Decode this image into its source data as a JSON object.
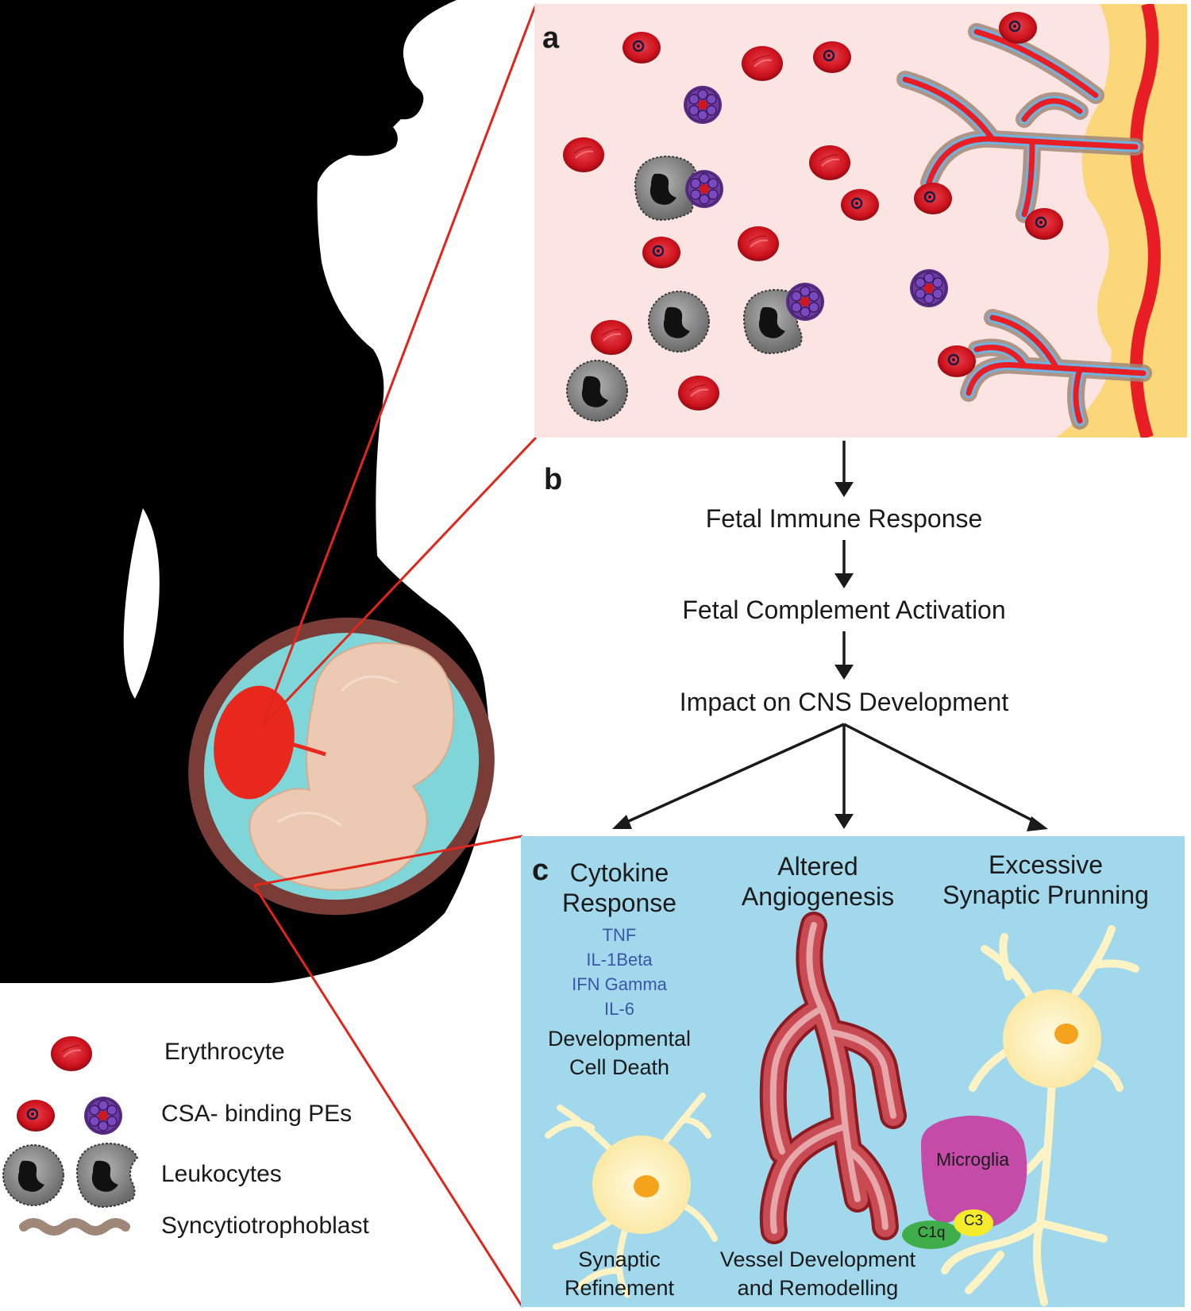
{
  "panels": {
    "a": "a",
    "b": "b",
    "c": "c"
  },
  "flow": [
    "Fetal Immune Response",
    "Fetal Complement Activation",
    "Impact on CNS Development"
  ],
  "outcomes": {
    "cytokine": {
      "title_line1": "Cytokine",
      "title_line2": "Response",
      "cytokines": [
        "TNF",
        "IL-1Beta",
        "IFN Gamma",
        "IL-6"
      ],
      "sub_line1": "Developmental",
      "sub_line2": "Cell Death",
      "bottom_line1": "Synaptic",
      "bottom_line2": "Refinement"
    },
    "angiogenesis": {
      "title_line1": "Altered",
      "title_line2": "Angiogenesis",
      "bottom_line1": "Vessel Development",
      "bottom_line2": "and Remodelling"
    },
    "pruning": {
      "title_line1": "Excessive",
      "title_line2": "Synaptic Prunning",
      "microglia": "Microglia",
      "c1q": "C1q",
      "c3": "C3"
    }
  },
  "legend": {
    "erythrocyte": "Erythrocyte",
    "csa": "CSA- binding PEs",
    "leukocytes": "Leukocytes",
    "syncytio": "Syncytiotrophoblast"
  },
  "colors": {
    "silhouette": "#000000",
    "zoom_line": "#e0251b",
    "erythrocyte": "#d8141e",
    "panel_a_bg": "#fbe4e2",
    "panel_c_bg": "#a2d8ec",
    "placenta_yellow": "#fbd77a",
    "neuron": "#fdf3c4",
    "nucleus": "#f5a21c",
    "vessel": "#c0323a",
    "microglia": "#c44ba8",
    "c1q": "#3fae4a",
    "c3": "#f4ec2a",
    "cytokine_text": "#3a56a8"
  }
}
